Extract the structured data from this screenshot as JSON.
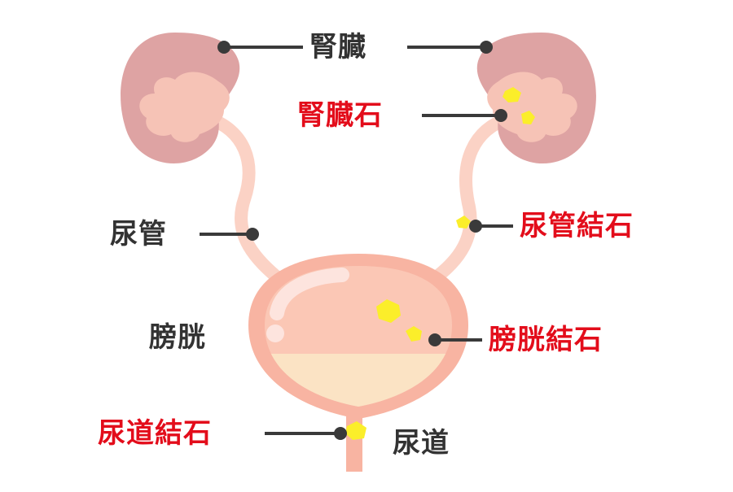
{
  "labels": {
    "kidney": "腎臓",
    "kidney_stone": "腎臓石",
    "ureter": "尿管",
    "ureter_stone": "尿管結石",
    "bladder": "膀胱",
    "bladder_stone": "膀胱結石",
    "urethra_stone": "尿道結石",
    "urethra": "尿道"
  },
  "colors": {
    "label_text": "#333333",
    "stone_label_text": "#e30d1b",
    "leader_line": "#3a3a3a",
    "kidney": "#dea3a3",
    "kidney_inner": "#f6c3b6",
    "ureter": "#fbd2c5",
    "bladder_outer": "#f8b4a2",
    "bladder_inner": "#fbc7b5",
    "urine": "#fbe3c4",
    "stone": "#fbee2a"
  }
}
